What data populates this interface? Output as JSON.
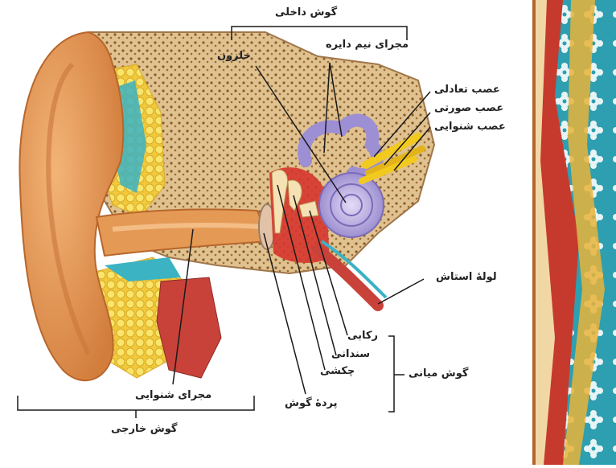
{
  "labels": {
    "inner_ear": "گوش داخلی",
    "semicircular_canals": "مجرای نیم دایره",
    "cochlea": "حلزون",
    "vestibular_nerve": "عصب تعادلی",
    "facial_nerve": "عصب صورتی",
    "auditory_nerve": "عصب شنوایی",
    "eustachian_tube": "لولهٔ استاش",
    "stapes": "رکابی",
    "incus": "سندانی",
    "malleus": "چکشی",
    "eardrum": "پردهٔ گوش",
    "middle_ear": "گوش میانی",
    "ear_canal": "مجرای شنوایی",
    "outer_ear": "گوش خارجی"
  },
  "colors": {
    "skin": "#e49a55",
    "skin_dark": "#c9763a",
    "bone": "#d9b884",
    "fat": "#f5d84a",
    "teal": "#3bb3c3",
    "muscle": "#c8423a",
    "cochlea": "#a79ad8",
    "nerve": "#f2c91f",
    "border_blue": "#1f8a9e",
    "border_red": "#b52a2a"
  }
}
